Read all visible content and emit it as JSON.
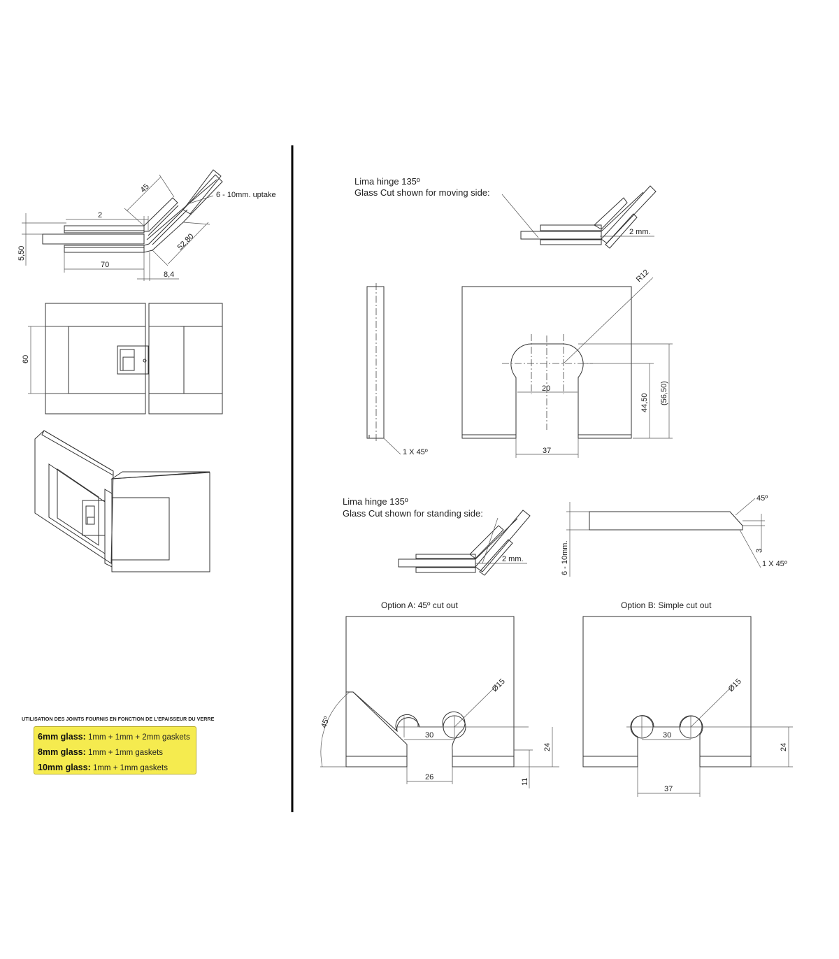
{
  "top_left": {
    "dims": [
      "45",
      "2",
      "5,50",
      "70",
      "52,80",
      "8,4"
    ],
    "uptake_note": "6 - 10mm. uptake"
  },
  "front_view": {
    "height_dim": "60"
  },
  "moving_side": {
    "title": "Lima hinge 135º",
    "subtitle": "Glass Cut shown for moving side:",
    "gap": "2 mm.",
    "chamfer": "1 X 45º",
    "radius": "R12",
    "dim_width": "20",
    "dim_depth": "44,50",
    "dim_depth_ref": "(56,50)",
    "dim_opening": "37"
  },
  "standing_side": {
    "title": "Lima hinge 135º",
    "subtitle": "Glass Cut shown for standing side:",
    "gap": "2 mm.",
    "angle": "45º",
    "edge": "3",
    "chamfer": "1 X 45º",
    "thickness": "6 - 10mm."
  },
  "option_a": {
    "title": "Option A: 45º cut out",
    "angle": "45º",
    "hole": "Ø15",
    "spacing": "30",
    "height": "24",
    "opening": "26",
    "bottom": "11"
  },
  "option_b": {
    "title": "Option B: Simple cut out",
    "hole": "Ø15",
    "spacing": "30",
    "height": "24",
    "opening": "37"
  },
  "gaskets": {
    "heading": "UTILISATION DES JOINTS FOURNIS EN FONCTION DE L'EPAISSEUR DU VERRE",
    "rows": [
      {
        "glass": "6mm glass:",
        "spec": "1mm + 1mm + 2mm gaskets"
      },
      {
        "glass": "8mm glass:",
        "spec": "1mm + 1mm gaskets"
      },
      {
        "glass": "10mm glass:",
        "spec": "1mm + 1mm gaskets"
      }
    ]
  }
}
